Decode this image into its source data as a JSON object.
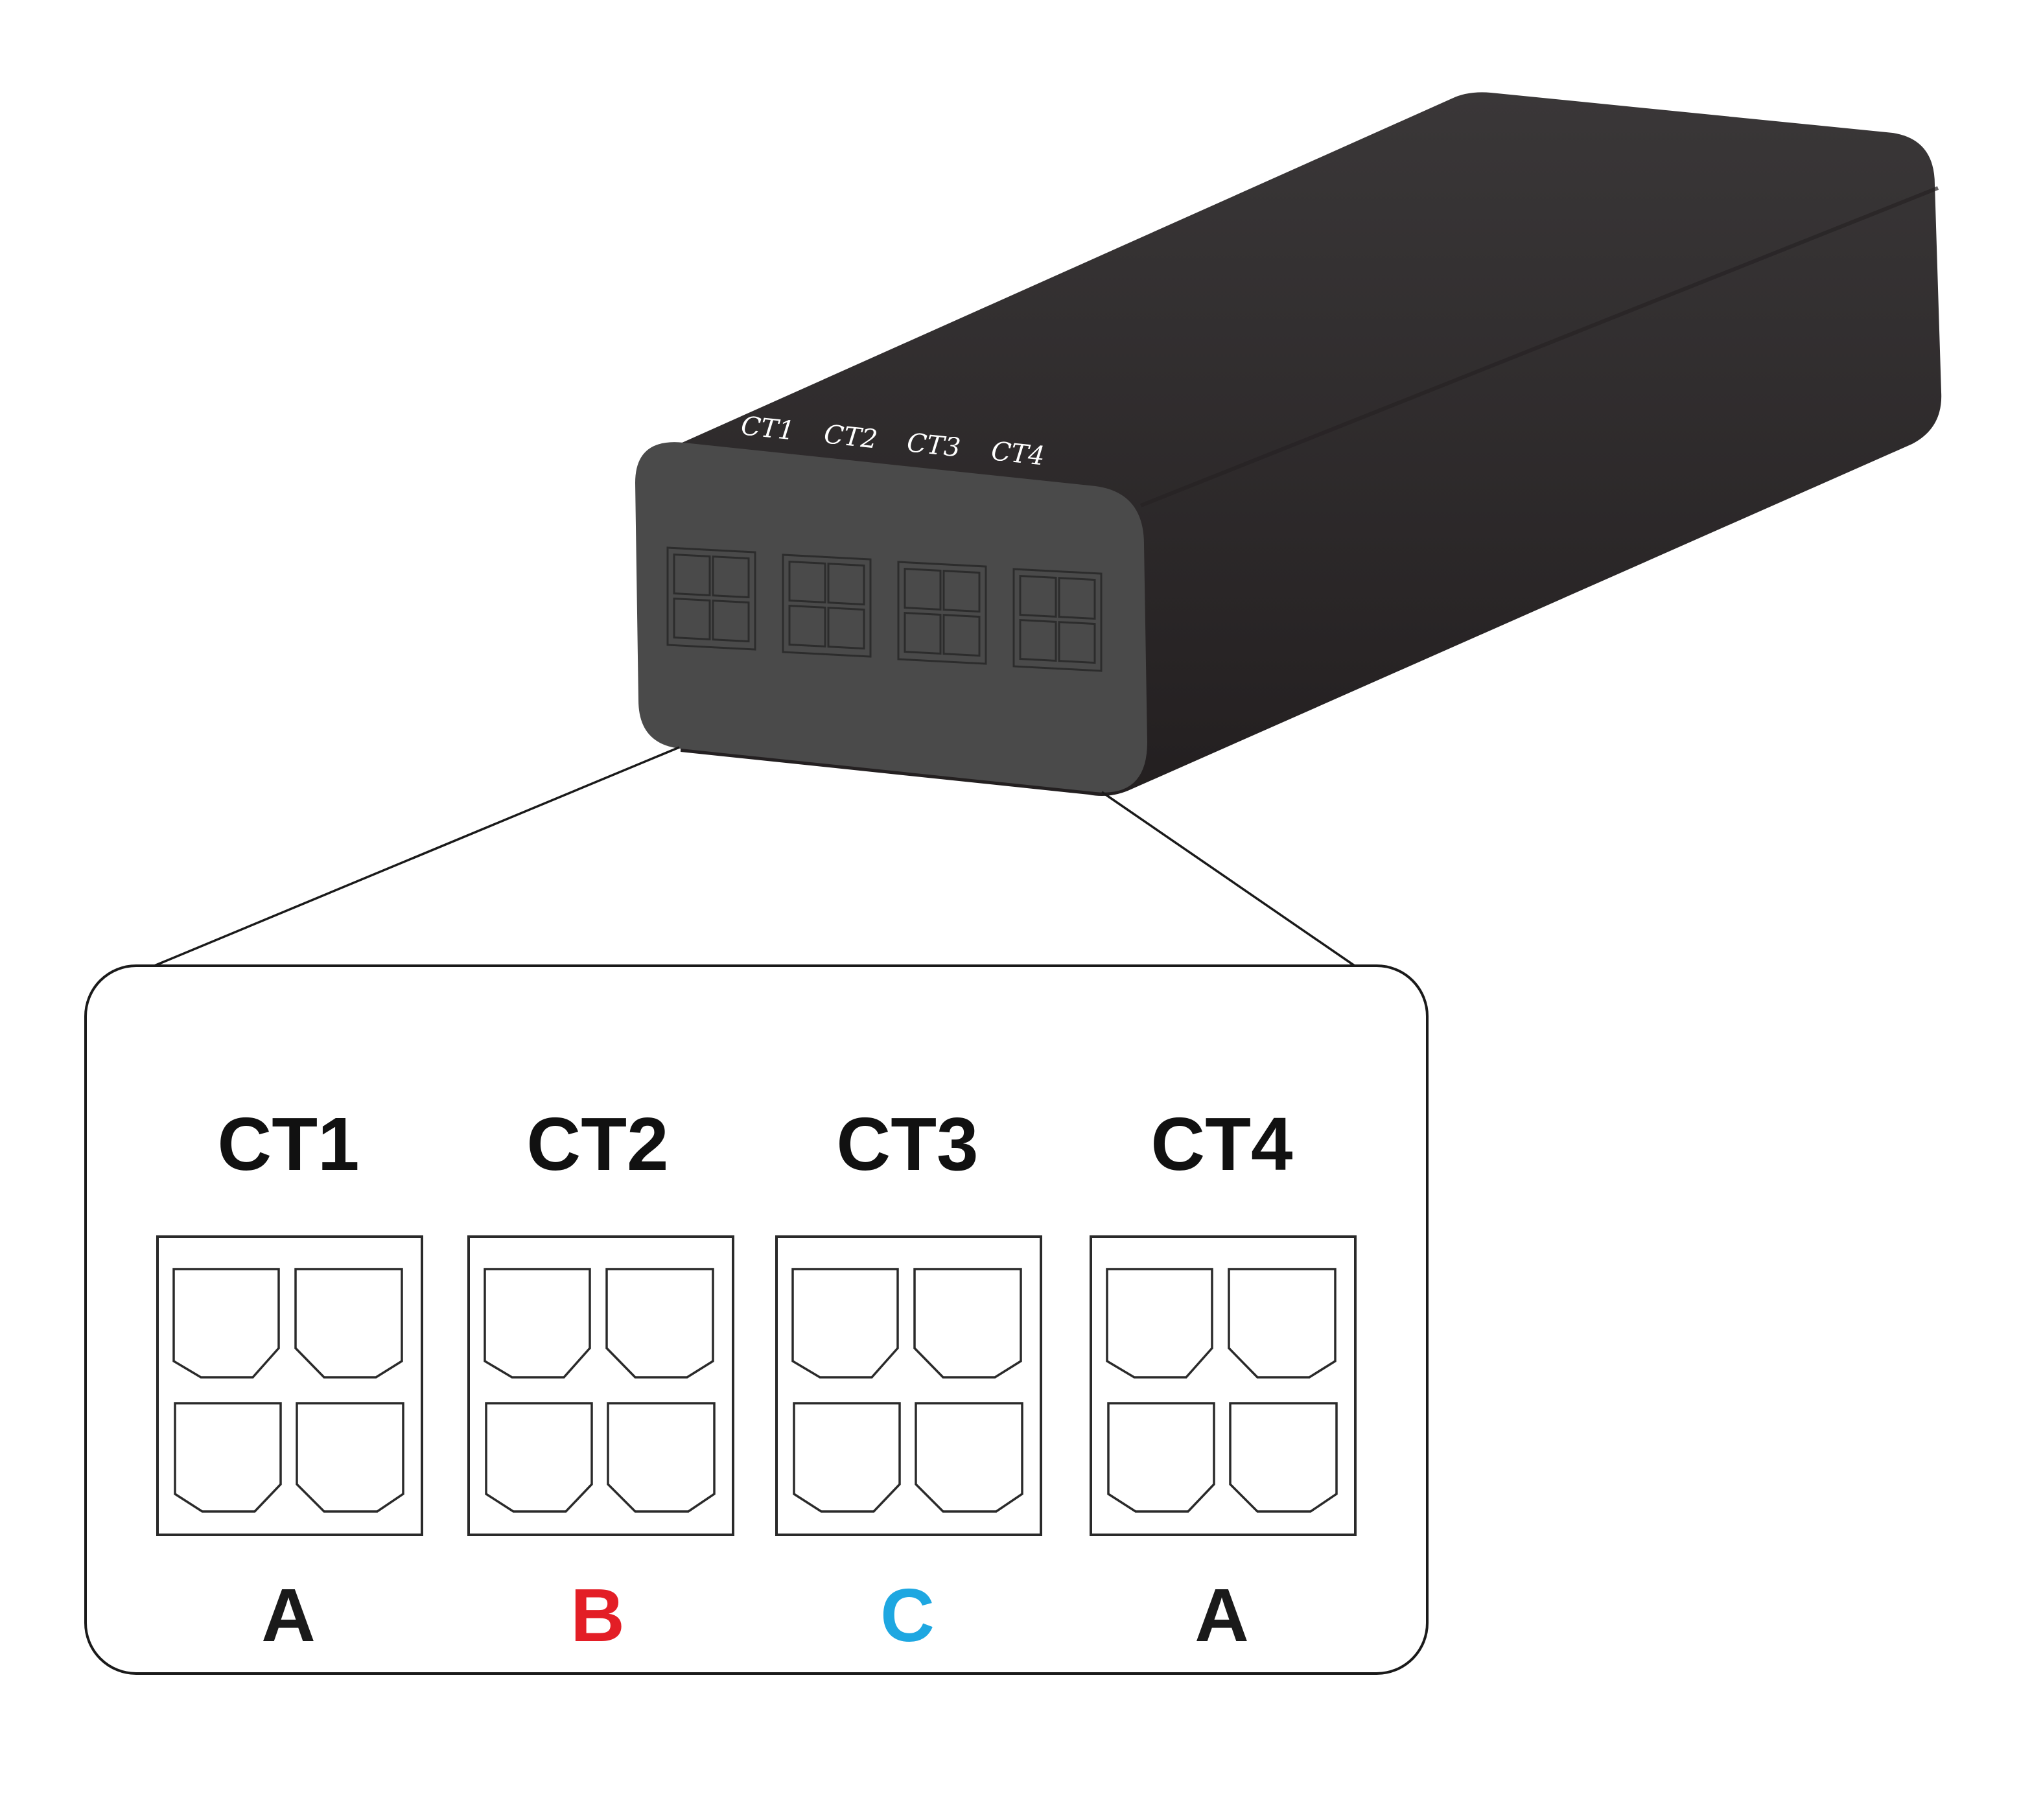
{
  "device": {
    "port_labels": [
      "CT1",
      "CT2",
      "CT3",
      "CT4"
    ]
  },
  "callout": {
    "ports": [
      {
        "label": "CT1",
        "phase": "A",
        "phase_color": "#1a1a1a"
      },
      {
        "label": "CT2",
        "phase": "B",
        "phase_color": "#e31e26"
      },
      {
        "label": "CT3",
        "phase": "C",
        "phase_color": "#1ea7e1"
      },
      {
        "label": "CT4",
        "phase": "A",
        "phase_color": "#1a1a1a"
      }
    ]
  },
  "colors": {
    "device_body": "#2f2c2d",
    "device_face": "#4a4a4a",
    "outline": "#1a1a1a"
  }
}
